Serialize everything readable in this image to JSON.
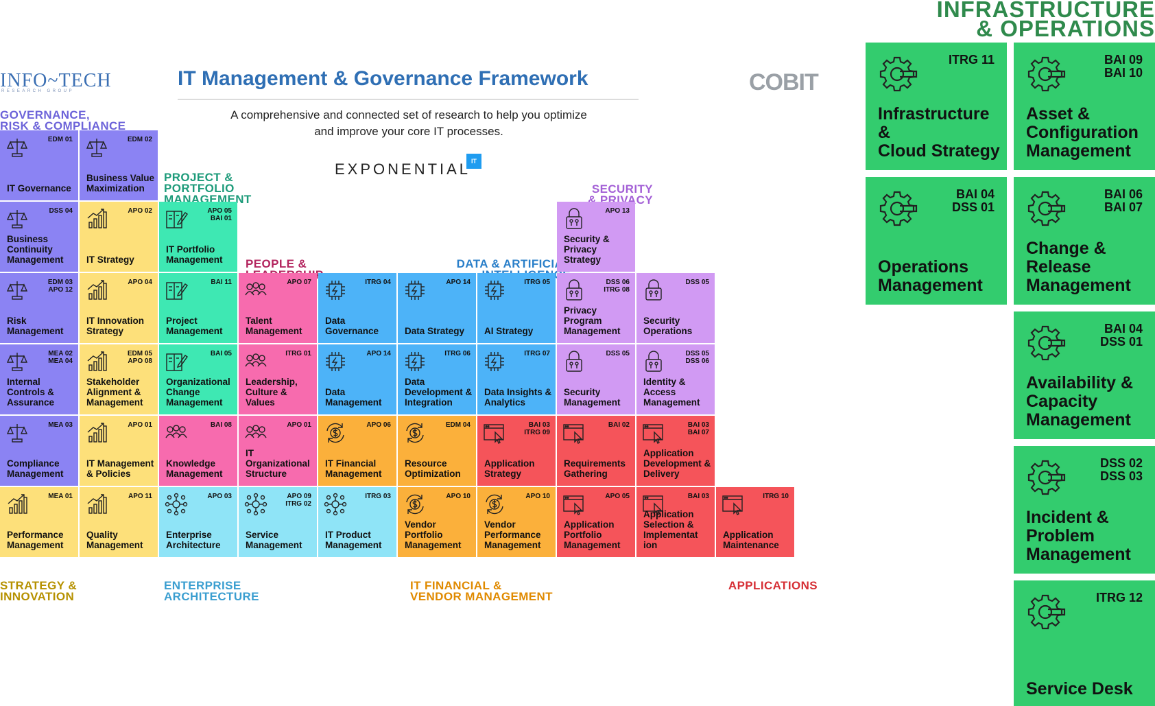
{
  "header": {
    "infotech_logo": "INFO~TECH",
    "infotech_sub": "RESEARCH GROUP",
    "title": "IT Management & Governance Framework",
    "subtitle": "A comprehensive and connected set of research to help you optimize and improve your core IT processes.",
    "exponential_logo": "EXPONENTIAL",
    "exponential_badge": "IT",
    "cobit_logo": "COBIT"
  },
  "colors": {
    "grc": "#8b83f3",
    "strategy": "#fde07a",
    "ppm": "#3ee8b3",
    "people": "#f76bae",
    "data": "#4db3f8",
    "security": "#d19af3",
    "ea": "#8fe4f7",
    "financial": "#fbb03b",
    "applications": "#f5545a",
    "infrastructure": "#33cc6e"
  },
  "groups": {
    "grc": "GOVERNANCE,\nRISK & COMPLIANCE",
    "ppm": "PROJECT &\nPORTFOLIO\nMANAGEMENT",
    "people": "PEOPLE &\nLEADERSHIP",
    "data": "DATA & ARTIFICIAL\nINTELLIGENCE",
    "security": "SECURITY\n& PRIVACY",
    "strategy": "STRATEGY &\nINNOVATION",
    "ea": "ENTERPRISE\nARCHITECTURE",
    "financial": "IT FINANCIAL &\nVENDOR MANAGEMENT",
    "applications": "APPLICATIONS",
    "infrastructure": "INFRASTRUCTURE\n& OPERATIONS"
  },
  "tiles": [
    {
      "code": "EDM 01",
      "name": "IT Governance",
      "icon": "scales-icon",
      "group": "grc"
    },
    {
      "code": "EDM 02",
      "name": "Business Value\nMaximization",
      "icon": "scales-icon",
      "group": "grc"
    },
    {
      "code": "DSS 04",
      "name": "Business\nContinuity\nManagement",
      "icon": "scales-icon",
      "group": "grc"
    },
    {
      "code": "APO 02",
      "name": "IT Strategy",
      "icon": "chart-icon",
      "group": "strategy"
    },
    {
      "code": "APO 05\nBAI 01",
      "name": "IT Portfolio\nManagement",
      "icon": "notebook-icon",
      "group": "ppm"
    },
    {
      "code": "APO 13",
      "name": "Security &\nPrivacy\nStrategy",
      "icon": "lock-icon",
      "group": "security"
    },
    {
      "code": "EDM 03\nAPO 12",
      "name": "Risk\nManagement",
      "icon": "scales-icon",
      "group": "grc"
    },
    {
      "code": "APO 04",
      "name": "IT Innovation\nStrategy",
      "icon": "chart-icon",
      "group": "strategy"
    },
    {
      "code": "BAI 11",
      "name": "Project\nManagement",
      "icon": "notebook-icon",
      "group": "ppm"
    },
    {
      "code": "APO 07",
      "name": "Talent\nManagement",
      "icon": "people-icon",
      "group": "people"
    },
    {
      "code": "ITRG 04",
      "name": "Data\nGovernance",
      "icon": "chip-icon",
      "group": "data"
    },
    {
      "code": "APO 14",
      "name": "Data Strategy",
      "icon": "chip-icon",
      "group": "data"
    },
    {
      "code": "ITRG 05",
      "name": "AI Strategy",
      "icon": "chip-icon",
      "group": "data"
    },
    {
      "code": "DSS 06\nITRG 08",
      "name": "Privacy\nProgram\nManagement",
      "icon": "lock-icon",
      "group": "security"
    },
    {
      "code": "DSS 05",
      "name": "Security\nOperations",
      "icon": "lock-icon",
      "group": "security"
    },
    {
      "code": "MEA 02\nMEA 04",
      "name": "Internal\nControls &\nAssurance",
      "icon": "scales-icon",
      "group": "grc"
    },
    {
      "code": "EDM 05\nAPO 08",
      "name": "Stakeholder\nAlignment &\nManagement",
      "icon": "chart-icon",
      "group": "strategy"
    },
    {
      "code": "BAI 05",
      "name": "Organizational\nChange\nManagement",
      "icon": "notebook-icon",
      "group": "ppm"
    },
    {
      "code": "ITRG 01",
      "name": "Leadership,\nCulture &\nValues",
      "icon": "people-icon",
      "group": "people"
    },
    {
      "code": "APO 14",
      "name": "Data\nManagement",
      "icon": "chip-icon",
      "group": "data"
    },
    {
      "code": "ITRG 06",
      "name": "Data\nDevelopment &\nIntegration",
      "icon": "chip-icon",
      "group": "data"
    },
    {
      "code": "ITRG 07",
      "name": "Data Insights &\nAnalytics",
      "icon": "chip-icon",
      "group": "data"
    },
    {
      "code": "DSS 05",
      "name": "Security\nManagement",
      "icon": "lock-icon",
      "group": "security"
    },
    {
      "code": "DSS 05\nDSS 06",
      "name": "Identity &\nAccess\nManagement",
      "icon": "lock-icon",
      "group": "security"
    },
    {
      "code": "MEA 03",
      "name": "Compliance\nManagement",
      "icon": "scales-icon",
      "group": "grc"
    },
    {
      "code": "APO 01",
      "name": "IT Management\n& Policies",
      "icon": "chart-icon",
      "group": "strategy"
    },
    {
      "code": "BAI 08",
      "name": "Knowledge\nManagement",
      "icon": "people-icon",
      "group": "people"
    },
    {
      "code": "APO 01",
      "name": "IT\nOrganizational\nStructure",
      "icon": "people-icon",
      "group": "people"
    },
    {
      "code": "APO 06",
      "name": "IT Financial\nManagement",
      "icon": "dollar-cycle-icon",
      "group": "financial"
    },
    {
      "code": "EDM 04",
      "name": "Resource\nOptimization",
      "icon": "dollar-cycle-icon",
      "group": "financial"
    },
    {
      "code": "BAI 03\nITRG 09",
      "name": "Application\nStrategy",
      "icon": "window-cursor-icon",
      "group": "applications"
    },
    {
      "code": "BAI 02",
      "name": "Requirements\nGathering",
      "icon": "window-cursor-icon",
      "group": "applications"
    },
    {
      "code": "BAI 03\nBAI 07",
      "name": "Application\nDevelopment &\nDelivery",
      "icon": "window-cursor-icon",
      "group": "applications"
    },
    {
      "code": "MEA 01",
      "name": "Performance\nManagement",
      "icon": "chart-icon",
      "group": "strategy"
    },
    {
      "code": "APO 11",
      "name": "Quality\nManagement",
      "icon": "chart-icon",
      "group": "strategy"
    },
    {
      "code": "APO 03",
      "name": "Enterprise\nArchitecture",
      "icon": "network-icon",
      "group": "ea"
    },
    {
      "code": "APO 09\nITRG 02",
      "name": "Service\nManagement",
      "icon": "network-icon",
      "group": "ea"
    },
    {
      "code": "ITRG 03",
      "name": "IT Product\nManagement",
      "icon": "network-icon",
      "group": "ea"
    },
    {
      "code": "APO 10",
      "name": "Vendor\nPortfolio\nManagement",
      "icon": "dollar-cycle-icon",
      "group": "financial"
    },
    {
      "code": "APO 10",
      "name": "Vendor\nPerformance\nManagement",
      "icon": "dollar-cycle-icon",
      "group": "financial"
    },
    {
      "code": "APO 05",
      "name": "Application\nPortfolio\nManagement",
      "icon": "window-cursor-icon",
      "group": "applications"
    },
    {
      "code": "BAI 03",
      "name": "Application\nSelection &\nImplementat\nion",
      "icon": "window-cursor-icon",
      "group": "applications"
    },
    {
      "code": "ITRG 10",
      "name": "Application\nMaintenance",
      "icon": "window-cursor-icon",
      "group": "applications"
    }
  ],
  "infra_tiles": [
    {
      "code": "ITRG 11",
      "name": "Infrastructure\n&\nCloud Strategy",
      "icon": "gear-wrench-icon"
    },
    {
      "code": "BAI 09\nBAI 10",
      "name": "Asset &\nConfiguration\nManagement",
      "icon": "gear-wrench-icon"
    },
    {
      "code": "BAI 04\nDSS 01",
      "name": "Operations\nManagement",
      "icon": "gear-wrench-icon"
    },
    {
      "code": "BAI 06\nBAI 07",
      "name": "Change &\nRelease\nManagement",
      "icon": "gear-wrench-icon"
    },
    {
      "code": "BAI 04\nDSS 01",
      "name": "Availability &\nCapacity\nManagement",
      "icon": "gear-wrench-icon"
    },
    {
      "code": "DSS 02\nDSS 03",
      "name": "Incident &\nProblem\nManagement",
      "icon": "gear-wrench-icon"
    },
    {
      "code": "ITRG 12",
      "name": "Service Desk",
      "icon": "gear-wrench-icon"
    }
  ]
}
